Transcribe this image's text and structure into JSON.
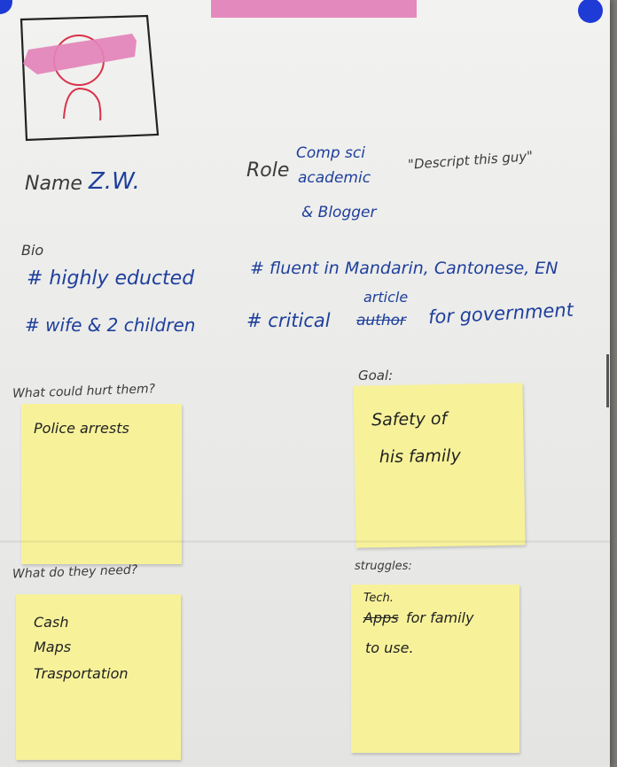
{
  "colors": {
    "paper": "#eeeeec",
    "background": "#7c7a76",
    "tape": "#e383b9",
    "pin": "#1f3bd6",
    "ink_blue": "#1e3f9c",
    "pencil": "#3b3b3b",
    "sticky_note": "#f7f29a",
    "avatar_sketch": "#d8324a"
  },
  "header": {
    "name_label": "Name",
    "name_value": "Z.W.",
    "role_label": "Role",
    "role_lines": [
      "Comp sci",
      "academic",
      "& Blogger"
    ],
    "note": "\"Descript this guy\""
  },
  "bio": {
    "label": "Bio",
    "items": [
      "# highly educted",
      "# fluent in Mandarin, Cantonese, EN",
      "# wife & 2 children"
    ],
    "critical": {
      "before": "# critical",
      "inserted": "article",
      "struck": "author",
      "after": "for government"
    }
  },
  "sections": {
    "hurt": {
      "label": "What could hurt them?",
      "note_lines": [
        "Police arrests"
      ]
    },
    "goal": {
      "label": "Goal:",
      "note_lines": [
        "Safety of",
        "his family"
      ]
    },
    "needs": {
      "label": "What do they need?",
      "note_lines": [
        "Cash",
        "Maps",
        "Trasportation"
      ]
    },
    "struggles": {
      "label": "struggles:",
      "inserted": "Tech.",
      "struck": "Apps",
      "line1_rest": "for family",
      "line2": "to use."
    }
  }
}
